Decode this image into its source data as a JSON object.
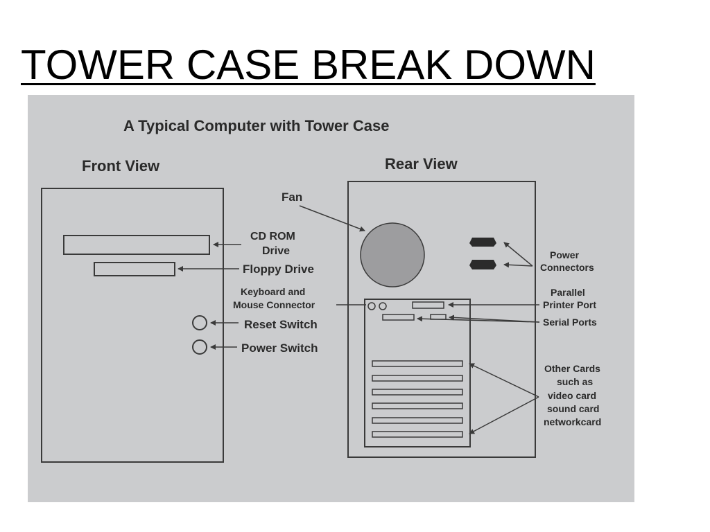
{
  "slide": {
    "title": "TOWER CASE BREAK DOWN"
  },
  "diagram": {
    "heading": "A Typical Computer with Tower Case",
    "front": {
      "title": "Front View",
      "labels": {
        "cdrom_line1": "CD ROM",
        "cdrom_line2": "Drive",
        "floppy": "Floppy Drive",
        "keyboard_line1": "Keyboard and",
        "keyboard_line2": "Mouse Connector",
        "reset": "Reset Switch",
        "power": "Power Switch"
      }
    },
    "rear": {
      "title": "Rear View",
      "labels": {
        "fan": "Fan",
        "power_connectors_line1": "Power",
        "power_connectors_line2": "Connectors",
        "parallel_line1": "Parallel",
        "parallel_line2": "Printer Port",
        "serial": "Serial Ports",
        "cards_line1": "Other Cards",
        "cards_line2": "such as",
        "cards_line3": "video card",
        "cards_line4": "sound card",
        "cards_line5": "networkcard"
      }
    }
  },
  "colors": {
    "photo_background": "#cfcfd1",
    "line": "#3a3a3a",
    "fan_fill": "#9d9d9f",
    "connector_fill": "#2b2b2b"
  }
}
